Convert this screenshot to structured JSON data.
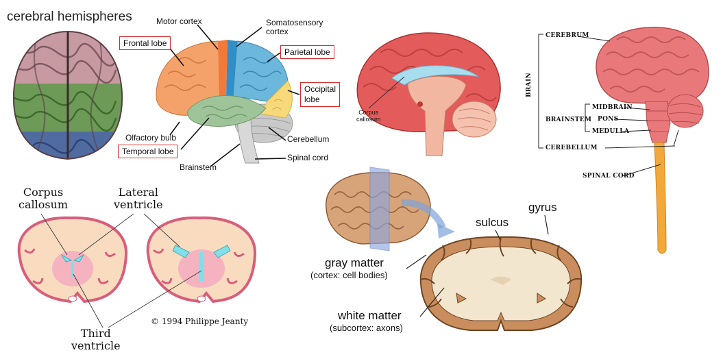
{
  "top_view": {
    "title": "cerebral hemispheres"
  },
  "lobes": {
    "frontal": "Frontal lobe",
    "motor": "Motor cortex",
    "somatosensory": "Somatosensory\ncortex",
    "parietal": "Parietal lobe",
    "occipital": "Occipital\nlobe",
    "olfactory": "Olfactory bulb",
    "temporal": "Temporal lobe",
    "brainstem": "Brainstem",
    "cerebellum": "Cerebellum",
    "spinal": "Spinal cord"
  },
  "midsagittal": {
    "corpus": "Corpus\ncallosum"
  },
  "side_brain": {
    "brain": "BRAIN",
    "cerebrum": "CEREBRUM",
    "brainstem": "BRAINSTEM",
    "midbrain": "MIDBRAIN",
    "pons": "PONS",
    "medulla": "MEDULLA",
    "cerebellum": "CEREBELLUM",
    "spinal": "SPINAL CORD"
  },
  "coronal": {
    "corpus": "Corpus\ncallosum",
    "lateral": "Lateral\nventricle",
    "third": "Third\nventricle",
    "copyright": "© 1994 Philippe Jeanty"
  },
  "matter": {
    "sulcus": "sulcus",
    "gyrus": "gyrus",
    "gray": "gray matter",
    "gray_sub": "(cortex: cell bodies)",
    "white": "white matter",
    "white_sub": "(subcortex: axons)"
  },
  "colors": {
    "frontal": "#f4a26a",
    "motor": "#f07a3c",
    "somatosensory": "#2f8fc8",
    "parietal": "#6cb7dc",
    "occipital": "#f7d97a",
    "temporal": "#9fc49a",
    "cerebellum": "#c9c9c9",
    "brain_red": "#e35b5b",
    "label_box": "#d92b2b",
    "cortex_tan": "#c98d5e",
    "white_matter": "#f3e6cf",
    "ventricle": "#7fe0ea",
    "coronal_pink": "#f5b3c0"
  }
}
